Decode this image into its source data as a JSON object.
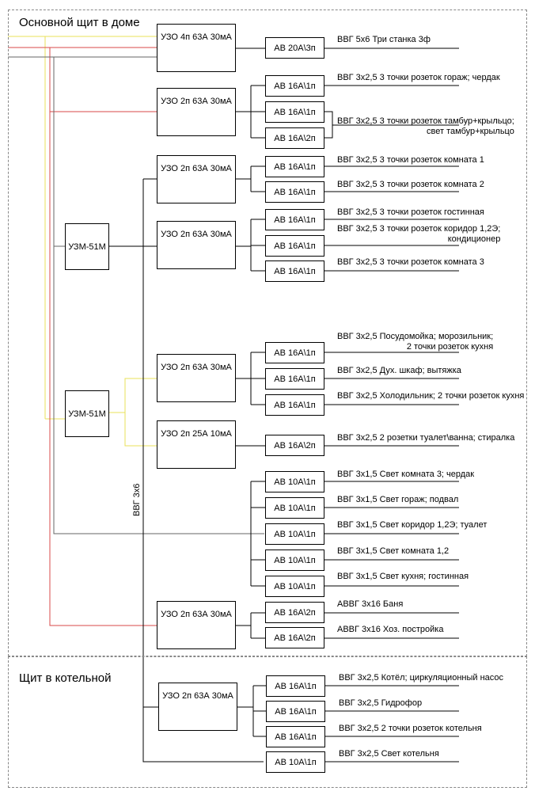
{
  "sections": {
    "main_title": "Основной щит в доме",
    "boiler_title": "Щит в котельной"
  },
  "cable_label": "ВВГ 3х6",
  "colors": {
    "yellow": "#e8e05a",
    "red": "#d94a4a",
    "gray": "#666666",
    "black": "#000000",
    "dash": "#888888"
  },
  "devices": [
    {
      "id": "u1",
      "text": "УЗО 4п 63А 30мА"
    },
    {
      "id": "a1",
      "text": "АВ 20А\\3п"
    },
    {
      "id": "u2",
      "text": "УЗО 2п 63А 30мА"
    },
    {
      "id": "a2",
      "text": "АВ 16А\\1п"
    },
    {
      "id": "a3",
      "text": "АВ 16А\\1п"
    },
    {
      "id": "a4",
      "text": "АВ 16А\\2п"
    },
    {
      "id": "u3",
      "text": "УЗО 2п 63А 30мА"
    },
    {
      "id": "a5",
      "text": "АВ 16А\\1п"
    },
    {
      "id": "a6",
      "text": "АВ 16А\\1п"
    },
    {
      "id": "u4",
      "text": "УЗО 2п 63А 30мА"
    },
    {
      "id": "a7",
      "text": "АВ 16А\\1п"
    },
    {
      "id": "a8",
      "text": "АВ 16А\\1п"
    },
    {
      "id": "a9",
      "text": "АВ 16А\\1п"
    },
    {
      "id": "m1",
      "text": "УЗМ-51М"
    },
    {
      "id": "m2",
      "text": "УЗМ-51М"
    },
    {
      "id": "u5",
      "text": "УЗО 2п 63А 30мА"
    },
    {
      "id": "a10",
      "text": "АВ 16А\\1п"
    },
    {
      "id": "a11",
      "text": "АВ 16А\\1п"
    },
    {
      "id": "a12",
      "text": "АВ 16А\\1п"
    },
    {
      "id": "u6",
      "text": "УЗО 2п 25А 10мА"
    },
    {
      "id": "a13",
      "text": "АВ 16А\\2п"
    },
    {
      "id": "a14",
      "text": "АВ 10А\\1п"
    },
    {
      "id": "a15",
      "text": "АВ 10А\\1п"
    },
    {
      "id": "a16",
      "text": "АВ 10А\\1п"
    },
    {
      "id": "a17",
      "text": "АВ 10А\\1п"
    },
    {
      "id": "a18",
      "text": "АВ 10А\\1п"
    },
    {
      "id": "u7",
      "text": "УЗО 2п 63А 30мА"
    },
    {
      "id": "a19",
      "text": "АВ 16А\\2п"
    },
    {
      "id": "a20",
      "text": "АВ 16А\\2п"
    },
    {
      "id": "u8",
      "text": "УЗО 2п 63А 30мА"
    },
    {
      "id": "a21",
      "text": "АВ 16А\\1п"
    },
    {
      "id": "a22",
      "text": "АВ 16А\\1п"
    },
    {
      "id": "a23",
      "text": "АВ 16А\\1п"
    },
    {
      "id": "a24",
      "text": "АВ 10А\\1п"
    }
  ],
  "cables": [
    {
      "id": "c1",
      "lines": [
        "ВВГ 5х6 Три станка 3ф"
      ]
    },
    {
      "id": "c2",
      "lines": [
        "ВВГ 3х2,5 3 точки розеток гораж; чердак"
      ]
    },
    {
      "id": "c3",
      "lines": [
        "ВВГ 3х2,5 3 точки розеток тамбур+крыльцо;",
        "свет тамбур+крыльцо"
      ]
    },
    {
      "id": "c4",
      "lines": [
        "ВВГ 3х2,5 3 точки розеток комната 1"
      ]
    },
    {
      "id": "c5",
      "lines": [
        "ВВГ 3х2,5 3 точки розеток комната 2"
      ]
    },
    {
      "id": "c6",
      "lines": [
        "ВВГ 3х2,5 3 точки розеток гостинная"
      ]
    },
    {
      "id": "c7",
      "lines": [
        "ВВГ 3х2,5 3 точки розеток коридор 1,2Э;",
        "кондиционер"
      ]
    },
    {
      "id": "c8",
      "lines": [
        "ВВГ 3х2,5 3 точки розеток комната 3"
      ]
    },
    {
      "id": "c9",
      "lines": [
        "ВВГ 3х2,5 Посудомойка; морозильник;",
        "2 точки розеток кухня"
      ]
    },
    {
      "id": "c10",
      "lines": [
        "ВВГ 3х2,5 Дух. шкаф; вытяжка"
      ]
    },
    {
      "id": "c11",
      "lines": [
        "ВВГ 3х2,5 Холодильник; 2 точки розеток кухня"
      ]
    },
    {
      "id": "c12",
      "lines": [
        "ВВГ 3х2,5 2 розетки туалет\\ванна; стиралка"
      ]
    },
    {
      "id": "c13",
      "lines": [
        "ВВГ 3х1,5 Свет комната 3; чердак"
      ]
    },
    {
      "id": "c14",
      "lines": [
        "ВВГ 3х1,5 Свет гораж; подвал"
      ]
    },
    {
      "id": "c15",
      "lines": [
        "ВВГ 3х1,5 Свет коридор 1,2Э; туалет"
      ]
    },
    {
      "id": "c16",
      "lines": [
        "ВВГ 3х1,5 Свет комната 1,2"
      ]
    },
    {
      "id": "c17",
      "lines": [
        "ВВГ 3х1,5 Свет кухня; гостинная"
      ]
    },
    {
      "id": "c18",
      "lines": [
        "АВВГ 3х16 Баня"
      ]
    },
    {
      "id": "c19",
      "lines": [
        "АВВГ 3х16 Хоз. постройка"
      ]
    },
    {
      "id": "c20",
      "lines": [
        "ВВГ 3х2,5 Котёл; циркуляционный насос"
      ]
    },
    {
      "id": "c21",
      "lines": [
        "ВВГ 3х2,5 Гидрофор"
      ]
    },
    {
      "id": "c22",
      "lines": [
        "ВВГ 3х2,5 2 точки розеток котельня"
      ]
    },
    {
      "id": "c23",
      "lines": [
        "ВВГ 3х2,5 Свет котельня"
      ]
    }
  ]
}
